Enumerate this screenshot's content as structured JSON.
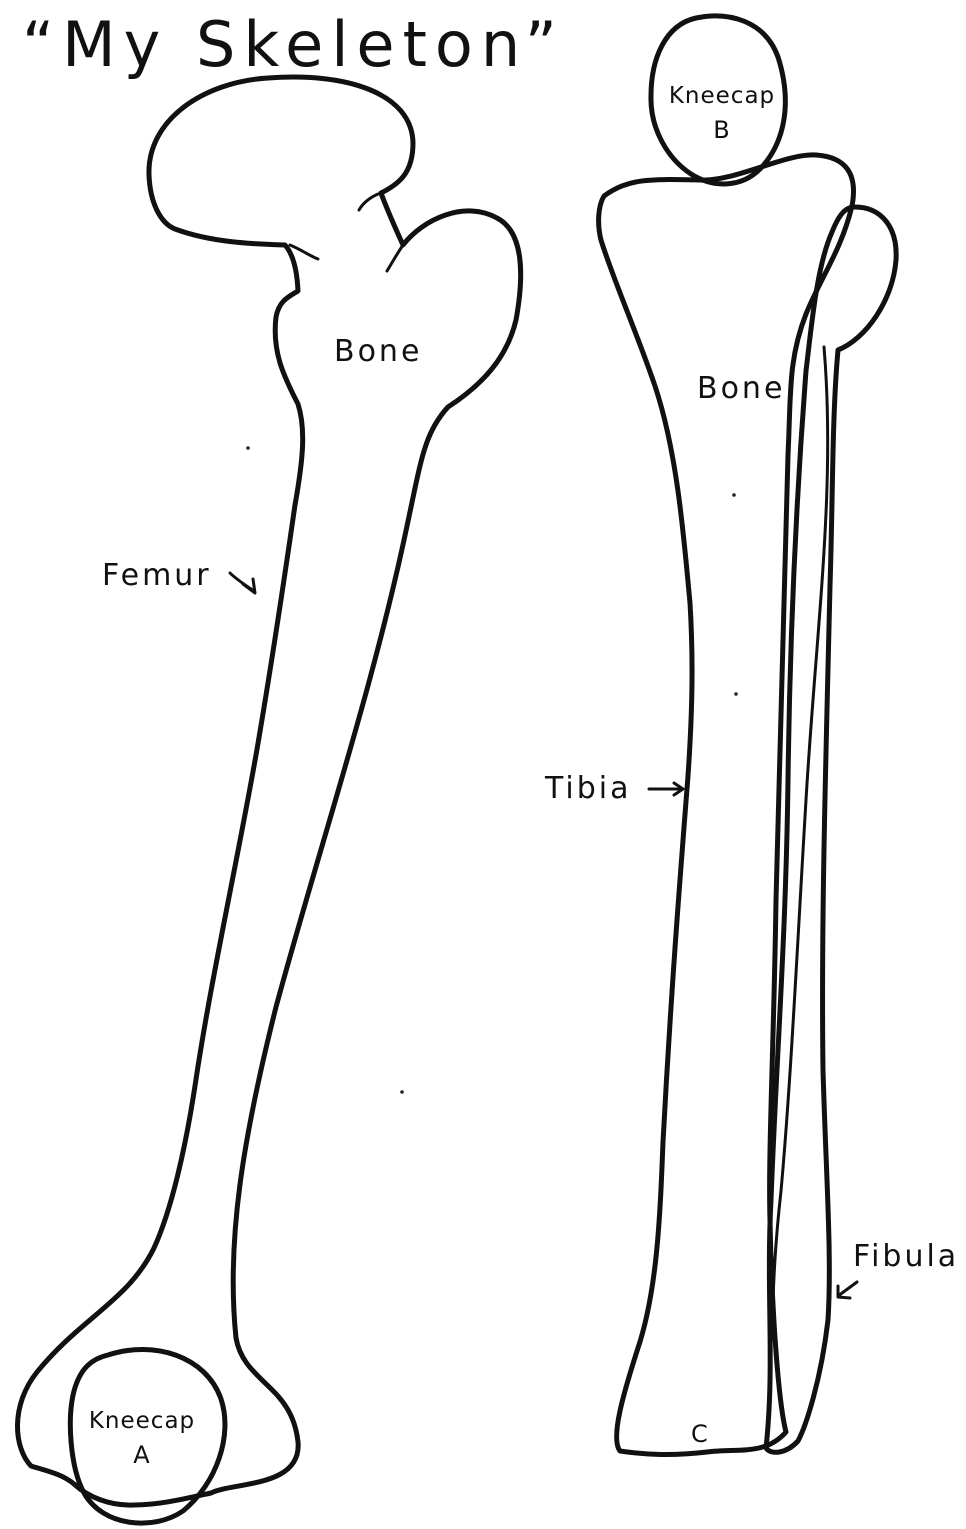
{
  "title": "“My Skeleton”",
  "labels": {
    "femur_bone": "Bone",
    "tibia_bone": "Bone",
    "femur": "Femur",
    "tibia": "Tibia",
    "fibula": "Fibula",
    "kneecap_top": "Kneecap",
    "kneecap_top_letter": "B",
    "kneecap_bottom": "Kneecap",
    "kneecap_bottom_letter": "A",
    "c": "C"
  }
}
